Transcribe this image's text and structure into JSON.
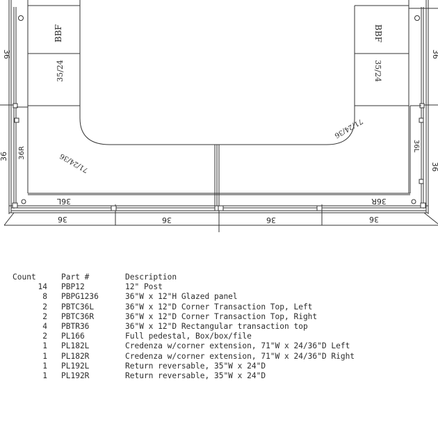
{
  "plan": {
    "labels": {
      "bbf_left": "BBF",
      "dim_left": "35/24",
      "bbf_right": "BBF",
      "dim_right": "35/24",
      "side_36_left": "36",
      "side_36_right": "36",
      "r36_left": "36",
      "r36_right": "36",
      "post_36r_left": "36R",
      "post_36l_right": "36L",
      "corner_left": "71/24/36",
      "corner_right": "71/24/36",
      "transact_36l": "36L",
      "transact_36r": "36R",
      "bottom_36_1": "36",
      "bottom_36_2": "36",
      "bottom_36_3": "36",
      "bottom_36_4": "36"
    }
  },
  "parts_table": {
    "headers": {
      "count": "Count",
      "part": "Part #",
      "description": "Description"
    },
    "rows": [
      {
        "count": "14",
        "part": "PBP12",
        "description": "12\" Post"
      },
      {
        "count": "8",
        "part": "PBPG1236",
        "description": "36\"W x 12\"H Glazed panel"
      },
      {
        "count": "2",
        "part": "PBTC36L",
        "description": "36\"W x 12\"D Corner Transaction Top, Left"
      },
      {
        "count": "2",
        "part": "PBTC36R",
        "description": "36\"W x 12\"D Corner Transaction Top, Right"
      },
      {
        "count": "4",
        "part": "PBTR36",
        "description": "36\"W x 12\"D Rectangular transaction top"
      },
      {
        "count": "2",
        "part": "PL166",
        "description": "Full pedestal, Box/box/file"
      },
      {
        "count": "1",
        "part": "PL182L",
        "description": "Credenza w/corner extension, 71\"W x 24/36\"D Left"
      },
      {
        "count": "1",
        "part": "PL182R",
        "description": "Credenza w/corner extension, 71\"W x 24/36\"D Right"
      },
      {
        "count": "1",
        "part": "PL192L",
        "description": "Return reversable, 35\"W x 24\"D"
      },
      {
        "count": "1",
        "part": "PL192R",
        "description": "Return reversable, 35\"W x 24\"D"
      }
    ]
  }
}
